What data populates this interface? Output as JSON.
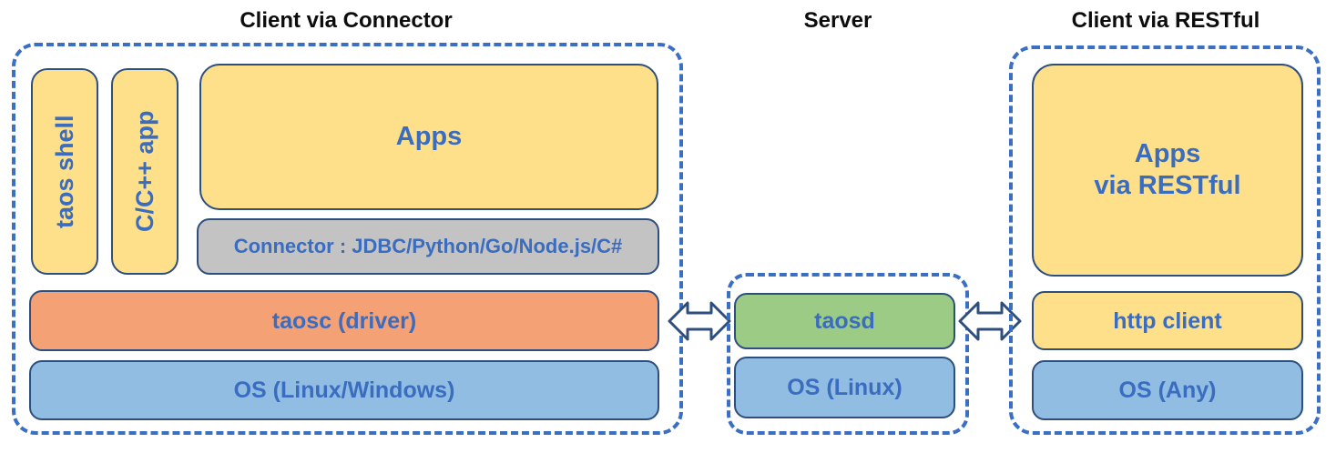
{
  "diagram": {
    "title_row": [
      {
        "label": "Client via Connector"
      },
      {
        "label": "Server"
      },
      {
        "label": "Client via RESTful"
      }
    ],
    "panels": {
      "client_connector": {
        "title": "Client via Connector",
        "boxes": {
          "taos_shell": "taos shell",
          "c_cpp_app": "C/C++ app",
          "apps": "Apps",
          "connector": "Connector : JDBC/Python/Go/Node.js/C#",
          "taosc": "taosc (driver)",
          "os": "OS (Linux/Windows)"
        }
      },
      "server": {
        "title": "Server",
        "boxes": {
          "taosd": "taosd",
          "os": "OS (Linux)"
        }
      },
      "client_restful": {
        "title": "Client via RESTful",
        "boxes": {
          "apps": "Apps\nvia RESTful",
          "http_client": "http client",
          "os": "OS (Any)"
        }
      }
    },
    "connectors": [
      {
        "name": "left-double-arrow",
        "glyph": "double-headed-arrow"
      },
      {
        "name": "right-double-arrow",
        "glyph": "double-headed-arrow"
      }
    ],
    "colors": {
      "group_border": "#3b6fc4",
      "box_border": "#2e4f7d",
      "box_text": "#3a6cc0",
      "title_text": "#0d0d0d",
      "yellow": "#ffe08a",
      "orange": "#f4a175",
      "blue": "#91bde3",
      "green": "#9bcb85",
      "gray": "#c3c3c3",
      "background": "#ffffff"
    }
  }
}
